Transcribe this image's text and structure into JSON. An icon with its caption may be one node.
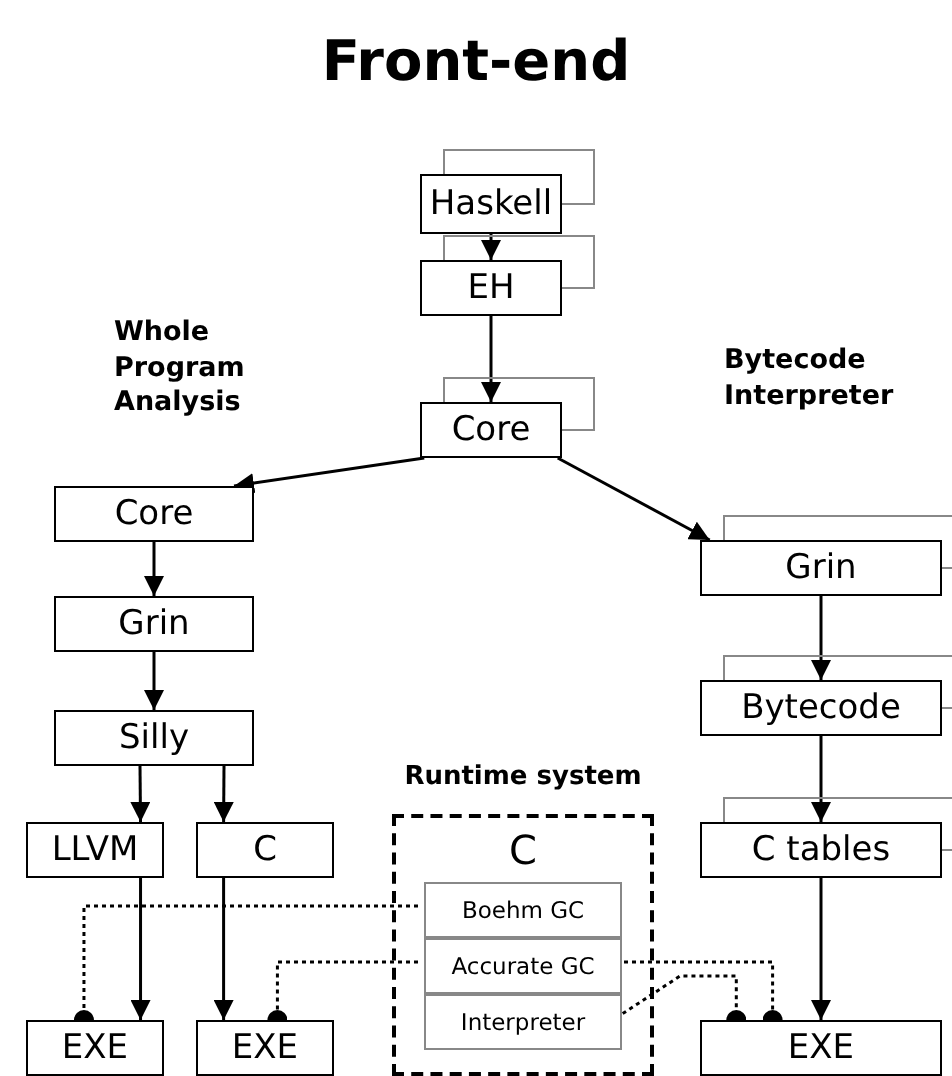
{
  "diagram": {
    "title": "Front-end",
    "nodes": [
      {
        "text": [
          "Haskell"
        ]
      },
      {
        "text": [
          "EH"
        ]
      },
      {
        "text": [
          "Core"
        ]
      },
      {
        "text": [
          "Core"
        ]
      },
      {
        "text": [
          "Grin"
        ]
      },
      {
        "text": [
          "Silly"
        ]
      },
      {
        "text": [
          "LLVM"
        ]
      },
      {
        "text": [
          "C"
        ]
      },
      {
        "text": [
          "Runtime system",
          "C"
        ]
      },
      {
        "text": [
          "Boehm GC"
        ],
        "in": 8
      },
      {
        "text": [
          "Accurate GC"
        ],
        "in": 8
      },
      {
        "text": [
          "Interpreter"
        ],
        "in": 8
      },
      {
        "text": [
          "Grin"
        ]
      },
      {
        "text": [
          "Bytecode"
        ]
      },
      {
        "text": [
          "C tables"
        ]
      },
      {
        "text": [
          "EXE"
        ]
      },
      {
        "text": [
          "EXE"
        ]
      },
      {
        "text": [
          "EXE"
        ]
      }
    ],
    "edges": [
      {
        "from": 0,
        "to": 1,
        "arrow": "to"
      },
      {
        "from": 1,
        "to": 2,
        "arrow": "to"
      },
      {
        "from": 2,
        "to": 3,
        "arrow": "to"
      },
      {
        "from": 2,
        "to": 12,
        "arrow": "to"
      },
      {
        "from": 3,
        "to": 4,
        "arrow": "to"
      },
      {
        "from": 4,
        "to": 5,
        "arrow": "to"
      },
      {
        "from": 5,
        "to": 6,
        "arrow": "to"
      },
      {
        "from": 5,
        "to": 7,
        "arrow": "to"
      },
      {
        "from": 6,
        "to": 15,
        "arrow": "to"
      },
      {
        "from": 7,
        "to": 16,
        "arrow": "to"
      },
      {
        "from": 12,
        "to": 13,
        "arrow": "to"
      },
      {
        "from": 13,
        "to": 14,
        "arrow": "to"
      },
      {
        "from": 14,
        "to": 17,
        "arrow": "to"
      },
      {
        "from": 9,
        "to": 15,
        "arrow": "other",
        "style": "dashed"
      },
      {
        "from": 10,
        "to": 16,
        "arrow": "other",
        "style": "dashed"
      },
      {
        "from": 10,
        "to": 17,
        "arrow": "other",
        "style": "dashed"
      },
      {
        "from": 11,
        "to": 17,
        "arrow": "other",
        "style": "dashed"
      },
      {
        "from": 0,
        "to": 0,
        "arrow": "none",
        "color": "#888888"
      },
      {
        "from": 1,
        "to": 1,
        "arrow": "none",
        "color": "#888888"
      },
      {
        "from": 2,
        "to": 2,
        "arrow": "none",
        "color": "#888888"
      },
      {
        "from": 12,
        "to": 12,
        "arrow": "none",
        "color": "#888888"
      },
      {
        "from": 13,
        "to": 13,
        "arrow": "none",
        "color": "#888888"
      },
      {
        "from": 14,
        "to": 14,
        "arrow": "none",
        "color": "#888888"
      }
    ],
    "labels": [
      "Whole Program Analysis",
      "Bytecode Interpreter"
    ]
  }
}
